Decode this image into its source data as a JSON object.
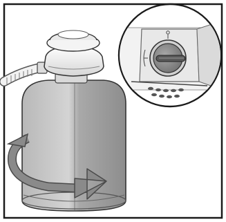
{
  "figure": {
    "subject": "gas-cylinder-with-regulator",
    "rotation_arrow": "counterclockwise",
    "detail_inset": "regulator-rotary-knob",
    "colors": {
      "frame": "#1a1a1a",
      "cylinder_light": "#c8c8c8",
      "cylinder_dark": "#9b9b9b",
      "regulator": "#eeeeee",
      "arrow": "#7a7a7a",
      "background": "#ffffff"
    }
  }
}
